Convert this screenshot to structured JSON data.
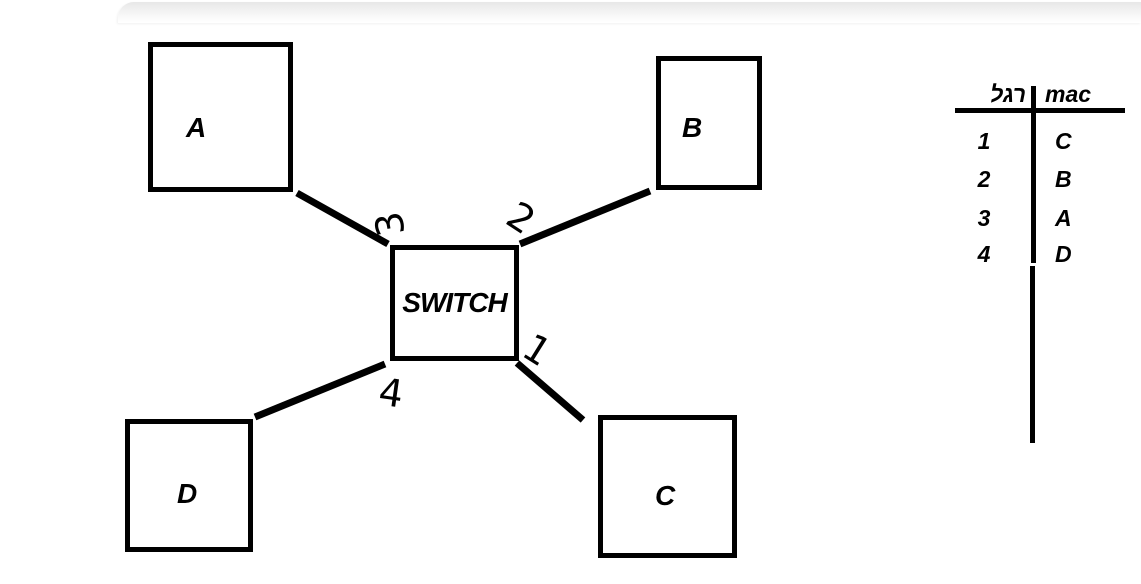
{
  "diagram": {
    "switch_label": "SWITCH",
    "nodes": [
      {
        "id": "A",
        "label": "A"
      },
      {
        "id": "B",
        "label": "B"
      },
      {
        "id": "C",
        "label": "C"
      },
      {
        "id": "D",
        "label": "D"
      }
    ],
    "ports": [
      {
        "number": "1",
        "connects_to": "C"
      },
      {
        "number": "2",
        "connects_to": "B"
      },
      {
        "number": "3",
        "connects_to": "A"
      },
      {
        "number": "4",
        "connects_to": "D"
      }
    ]
  },
  "mac_table": {
    "col_port_header": "רגל",
    "col_mac_header": "mac",
    "rows": [
      {
        "port": "1",
        "mac": "C"
      },
      {
        "port": "2",
        "mac": "B"
      },
      {
        "port": "3",
        "mac": "A"
      },
      {
        "port": "4",
        "mac": "D"
      }
    ]
  },
  "colors": {
    "ink": "#000000",
    "band_gray": "#e7e7e7",
    "background": "#ffffff"
  }
}
